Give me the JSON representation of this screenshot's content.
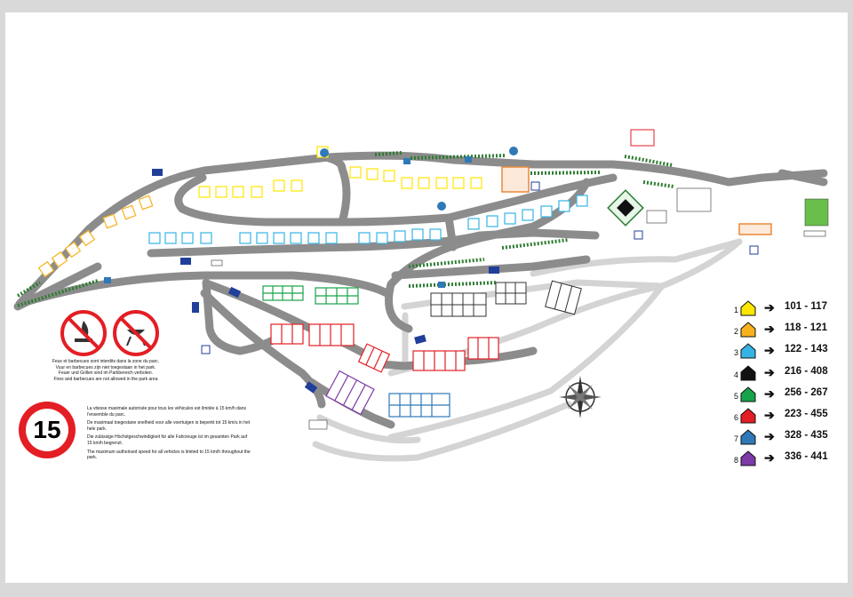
{
  "legend": {
    "items": [
      {
        "num": "1",
        "color": "#ffe600",
        "range": "101 - 117"
      },
      {
        "num": "2",
        "color": "#f7b21d",
        "range": "118 - 121"
      },
      {
        "num": "3",
        "color": "#35b4e4",
        "range": "122 - 143"
      },
      {
        "num": "4",
        "color": "#111111",
        "range": "216 - 408"
      },
      {
        "num": "5",
        "color": "#17a34a",
        "range": "256 - 267"
      },
      {
        "num": "6",
        "color": "#e31e24",
        "range": "223 - 455"
      },
      {
        "num": "7",
        "color": "#2f79b8",
        "range": "328 - 435"
      },
      {
        "num": "8",
        "color": "#7d3aa6",
        "range": "336 - 441"
      }
    ],
    "arrow": "➔"
  },
  "notices": {
    "fire_lines": [
      "Feux et barbecues sont interdits dans la zone du parc.",
      "Vuur en barbecues zijn niet toegestaan in het park.",
      "Feuer und Grillen sind im Parkbereich verboten.",
      "Fires and barbecues are not allowed in the park area"
    ],
    "speed_fr": "La vitesse maximale autorisée pour tous les véhicules est limitée à 15 km/h dans l'ensemble du parc.",
    "speed_nl": "De maximaal toegestane snelheid voor alle voertuigen is beperkt tot 15 km/u in het hele park.",
    "speed_de": "Die zulässige Höchstgeschwindigkeit für alle Fahrzeuge ist im gesamten Park auf 15 km/h begrenzt.",
    "speed_en": "The maximum authorised speed for all vehicles is limited to 15 km/h throughout the park.",
    "speed_value": "15"
  },
  "colors": {
    "road_main": "#8c8c8c",
    "road_light": "#d4d4d4",
    "parking": "#1f3f9a",
    "hedge": "#2e7d32",
    "accent_red": "#e31e24",
    "reception": "#e8893a"
  }
}
